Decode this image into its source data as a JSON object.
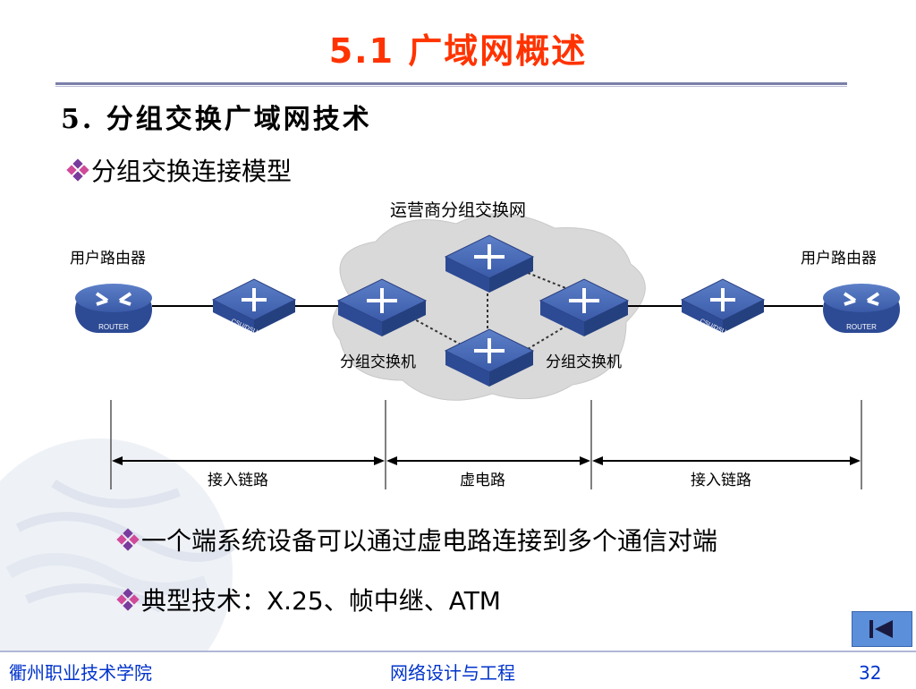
{
  "slide": {
    "title": "5.1  广域网概述",
    "heading": "5. 分组交换广域网技术",
    "bullets": [
      "分组交换连接模型",
      "一个端系统设备可以通过虚电路连接到多个通信对端",
      "典型技术：X.25、帧中继、ATM"
    ]
  },
  "diagram": {
    "cloud_label": "运营商分组交换网",
    "user_router_left": "用户路由器",
    "user_router_right": "用户路由器",
    "router_text": "ROUTER",
    "csu_text": "CSU/DSU",
    "switch_label_left": "分组交换机",
    "switch_label_right": "分组交换机",
    "segments": [
      "接入链路",
      "虚电路",
      "接入链路"
    ]
  },
  "footer": {
    "school": "衢州职业技术学院",
    "course": "网络设计与工程",
    "page": "32"
  },
  "colors": {
    "title": "#ff3300",
    "device": "#3a5aa8",
    "footer_text": "#0033cc"
  }
}
